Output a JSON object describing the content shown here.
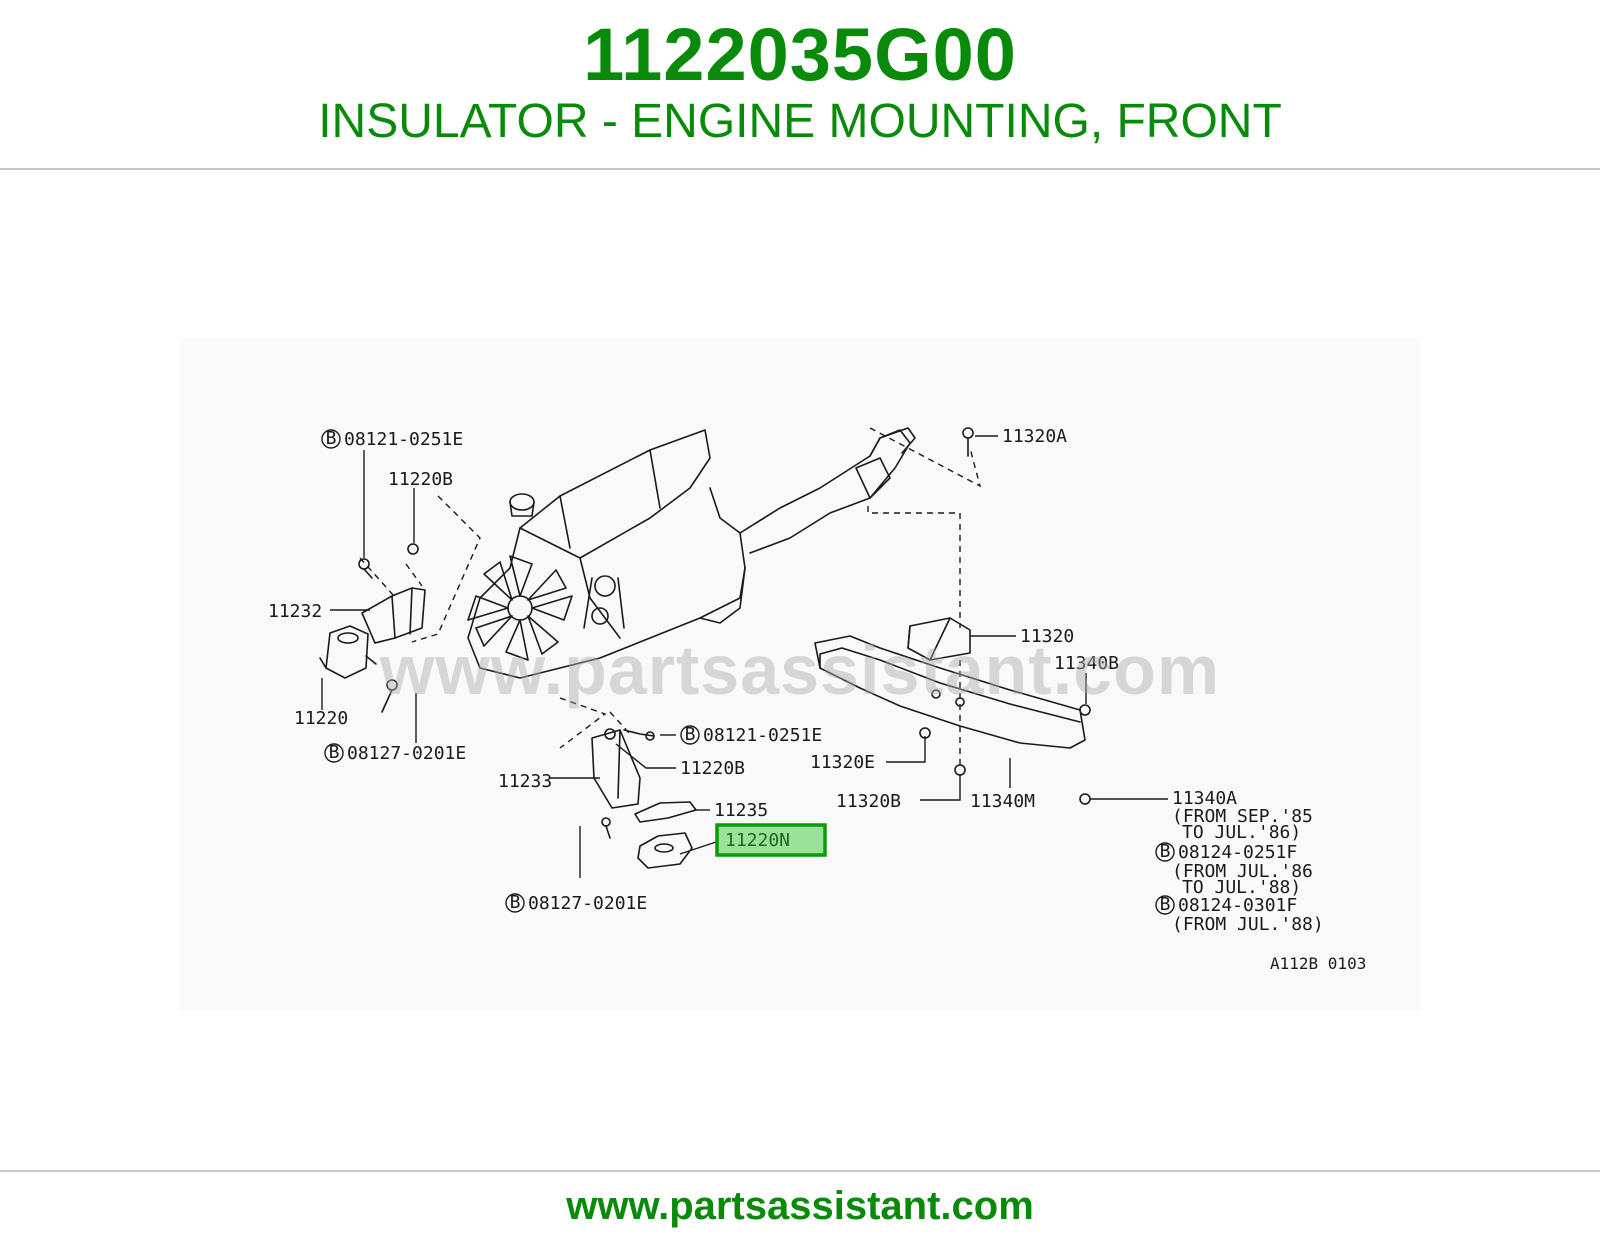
{
  "header": {
    "part_number": "1122035G00",
    "description": "INSULATOR - ENGINE MOUNTING, FRONT"
  },
  "diagram": {
    "watermark": "www.partsassistant.com",
    "figure_code": "A112B 0103",
    "highlight_color": "#9be09b",
    "highlight_border": "#0a9a0a",
    "labels": {
      "bolt_08121_0251E_top": "08121-0251E",
      "nut_11220B_top": "11220B",
      "bracket_11232": "11232",
      "insulator_11220": "11220",
      "bolt_08127_0201E_left": "08127-0201E",
      "trans_mount_11320A": "11320A",
      "insulator_11320": "11320",
      "nut_11340B": "11340B",
      "bolt_11320E": "11320E",
      "nut_11320B": "11320B",
      "member_11340M": "11340M",
      "bolt_11340A": "11340A",
      "note_11340A_1": "(FROM SEP.'85",
      "note_11340A_2": "TO JUL.'86)",
      "bolt_08124_0251F": "08124-0251F",
      "note_08124_0251F_1": "(FROM JUL.'86",
      "note_08124_0251F_2": "TO JUL.'88)",
      "bolt_08124_0301F": "08124-0301F",
      "note_08124_0301F_1": "(FROM JUL.'88)",
      "bolt_08121_0251E_mid": "08121-0251E",
      "nut_11220B_mid": "11220B",
      "bracket_11233": "11233",
      "stopper_11235": "11235",
      "insulator_11220N": "11220N",
      "bolt_08127_0201E_bottom": "08127-0201E",
      "bolt_marker": "B"
    }
  },
  "footer": {
    "website": "www.partsassistant.com"
  }
}
